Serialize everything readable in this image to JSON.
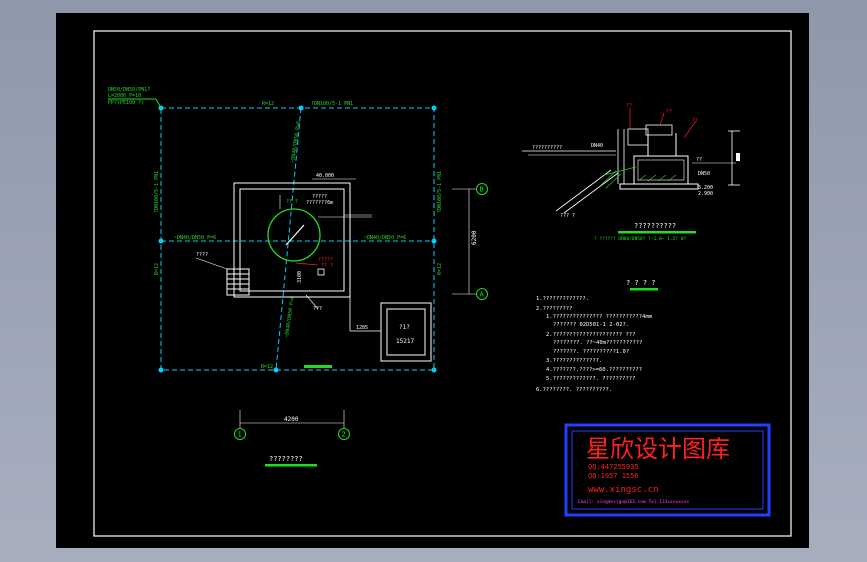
{
  "plan": {
    "title": "????????",
    "legend_top_left": [
      "DN50/DN50/PN1?",
      "L=2000 P=10",
      "PP?(PE100 ?)"
    ],
    "top_dims": [
      "R=12",
      "?DN100/5-1 PN1",
      "?DN100/5-1 PN1"
    ],
    "left_vertical": "?DN100/5-1 PN1",
    "right_vertical": "?DN100/5-1 PN1",
    "bottom_dims": [
      "R=12",
      "R=12"
    ],
    "inner_diag_1": "~DN40/DN50 P=6",
    "inner_diag_2": "~DN40/DN50 P=6",
    "left_run": "~DN40/DN50 P=6",
    "right_run": "~DN40/DN50 P=6",
    "tank_dim": "40.000",
    "tank_note_1": "?????",
    "tank_note_2": "???????6m",
    "vertical_label": "3100",
    "stairs_label": "????",
    "outlet_label": "?????",
    "outlet_label_2": "?? ?",
    "pump_label": "???",
    "valve_label": "1285",
    "box_label_1": "?1?",
    "box_label_2": "15217",
    "dim_bottom": "4200",
    "dim_right": "6200",
    "axis_b": "B",
    "axis_a": "A",
    "axis_1": "1",
    "axis_2": "2"
  },
  "section": {
    "title": "??????????",
    "subtitle": "? ?????? DN80/DN50? ?-1.0~ 1.2? 0?",
    "left_note": "??????????",
    "left_note_2": "DN40",
    "top_tag": "??",
    "top_tag_2": "??",
    "right_label": "??",
    "right_label_2": "DN50",
    "level_1": "3.200",
    "level_2": "2.900",
    "bottom_note": "??? ?",
    "side_mark": "??"
  },
  "notes": {
    "heading": "? ? ? ?",
    "lines": [
      "1.?????????????.",
      "2.?????????",
      "1.??????????????? ???????????4mm",
      "??????? 02D501-1 2-02?.",
      "2.????????????????????? ???",
      "????????. ??~40m???????????",
      "???????. ??????????1.0?",
      "3.??????????????.",
      "4.???????.????>=60.??????????",
      "5.?????????????. ??????????",
      "6.????????. ??????????."
    ]
  },
  "logo": {
    "title": "星欣设计图库",
    "qq1": "QQ:447255935",
    "qq2": "QQ:1957 1556",
    "url": "www.xingsc.cn",
    "email": "Email: xingdesign@163.com  Tel:133xxxxxxxx"
  },
  "colors": {
    "background": "#000000",
    "frame": "#ffffff",
    "grid_cyan": "#00d0ff",
    "green": "#22dd22",
    "red": "#ff2020",
    "blue": "#2040ff",
    "yellow": "#ffff00",
    "magenta": "#ff40ff"
  }
}
